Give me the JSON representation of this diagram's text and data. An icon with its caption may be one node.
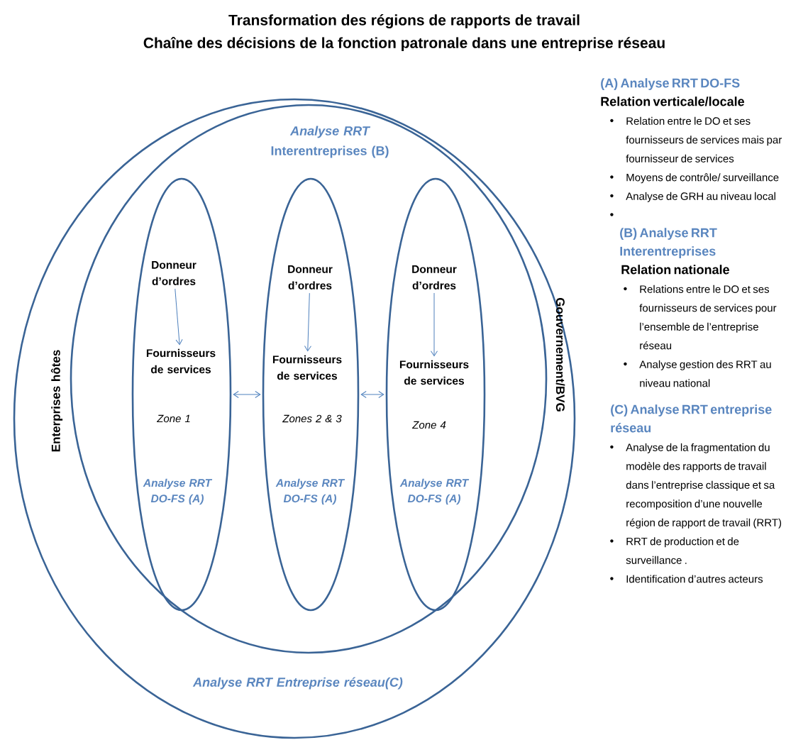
{
  "diagram": {
    "title": "Transformation des régions de rapports de travail",
    "nodes": [
      {
        "text": [
          "Enterprises hôtes",
          "Gouvernement/BVG",
          "Analyse RRT Entreprise réseau(C)"
        ]
      },
      {
        "text": [
          "*Analyse RRT* Interentreprises (B)"
        ],
        "in": 0
      },
      {
        "text": [
          "Zone 1",
          "Analyse RRT DO-FS (A)"
        ],
        "in": 1
      },
      {
        "text": [
          "Donneur d’ordres"
        ],
        "in": 2
      },
      {
        "text": [
          "Fournisseurs de services"
        ],
        "in": 2
      },
      {
        "text": [
          "Zones 2 & 3",
          "Analyse RRT DO-FS (A)"
        ],
        "in": 1
      },
      {
        "text": [
          "Donneur d’ordres"
        ],
        "in": 5
      },
      {
        "text": [
          "Fournisseurs de services"
        ],
        "in": 5
      },
      {
        "text": [
          "Zone 4",
          "Analyse RRT DO-FS (A)"
        ],
        "in": 1
      },
      {
        "text": [
          "Donneur d’ordres"
        ],
        "in": 8
      },
      {
        "text": [
          "Fournisseurs de services"
        ],
        "in": 8
      }
    ],
    "edges": [
      {
        "from": 3,
        "to": 4,
        "arrow": "to"
      },
      {
        "from": 6,
        "to": 7,
        "arrow": "to"
      },
      {
        "from": 9,
        "to": 10,
        "arrow": "to"
      },
      {
        "from": 2,
        "to": 5,
        "arrow": "both"
      },
      {
        "from": 5,
        "to": 8,
        "arrow": "both"
      }
    ],
    "labels": [
      "Chaîne des décisions de la fonction patronale dans une entreprise réseau",
      "(A) Analyse RRT DO-FS",
      "Relation verticale/locale",
      "Relation entre le DO et ses fournisseurs de services mais par fournisseur de services",
      "Moyens de contrôle/ surveillance",
      "Analyse de GRH au niveau local",
      "(B) Analyse RRT Interentreprises",
      "Relation nationale",
      "Relations entre le DO et ses fournisseurs de services pour l’ensemble de l’entreprise réseau",
      "Analyse gestion des RRT au niveau national",
      "(C) Analyse RRT entreprise réseau",
      "Analyse de la fragmentation du modèle des rapports de travail dans l’entreprise classique et sa recomposition d’une nouvelle région de rapport de travail (RRT)",
      "RRT de production et de surveillance .",
      "Identification d’autres acteurs"
    ]
  }
}
